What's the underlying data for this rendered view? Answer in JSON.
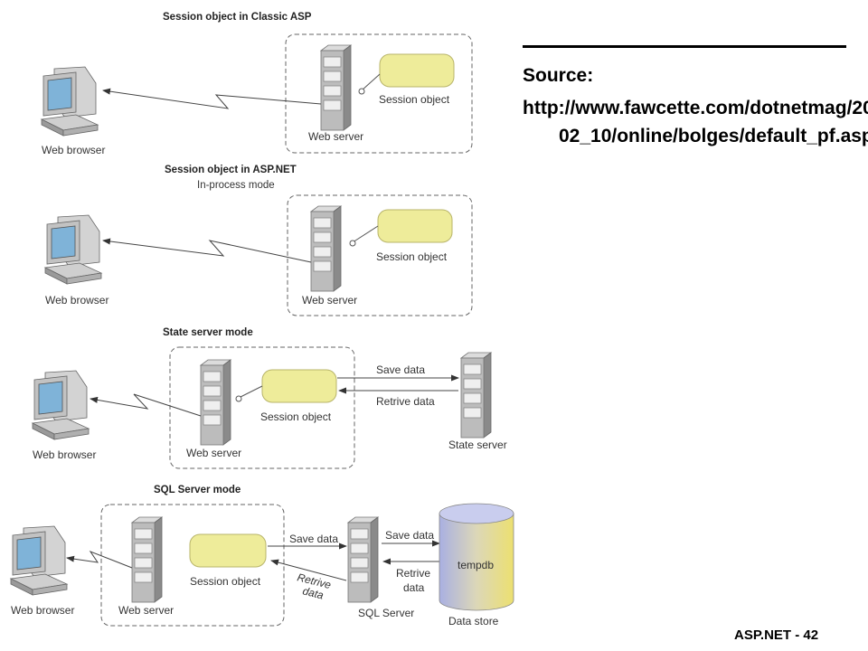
{
  "sections": [
    {
      "title": "Session object in Classic ASP",
      "subtitle": "",
      "browser": "Web browser",
      "server": "Web server",
      "session": "Session object"
    },
    {
      "title": "Session object in ASP.NET",
      "subtitle": "In-process mode",
      "browser": "Web browser",
      "server": "Web server",
      "session": "Session object"
    },
    {
      "title": "State server mode",
      "subtitle": "",
      "browser": "Web browser",
      "server": "Web server",
      "session": "Session object",
      "save": "Save data",
      "retrive": "Retrive data",
      "remote": "State server"
    },
    {
      "title": "SQL Server mode",
      "subtitle": "",
      "browser": "Web browser",
      "server": "Web server",
      "session": "Session object",
      "save1": "Save data",
      "retrive1": [
        "Retrive",
        "data"
      ],
      "sql": "SQL Server",
      "save2": "Save data",
      "retrive2": [
        "Retrive",
        "data"
      ],
      "db_label": "tempdb",
      "store": "Data store"
    }
  ],
  "source": {
    "heading": "Source:",
    "url": "http://www.fawcette.com/dotnetmag/2002_10/online/bolges/default_pf.asp"
  },
  "footer": "ASP.NET - 42",
  "colors": {
    "session_fill": "#eeec9a",
    "session_stroke": "#b8b46a",
    "screen": "#7fb3d8",
    "db_top": "#c9cdee",
    "db_side": "#e8dc98"
  }
}
